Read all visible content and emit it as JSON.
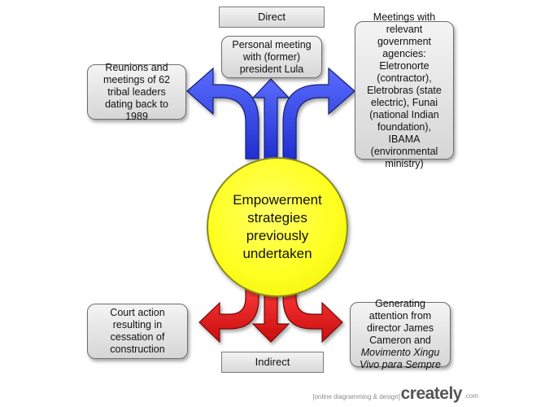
{
  "labels": {
    "direct": "Direct",
    "indirect": "Indirect"
  },
  "center": {
    "text": "Empowerment strategies previously undertaken"
  },
  "nodes": {
    "top_left": "Reunions and meetings of 62 tribal leaders dating back to 1989",
    "top_center": "Personal meeting with (former) president Lula",
    "top_right": "Meetings with relevant government agencies: Eletronorte (contractor), Eletrobras (state electric), Funai (national Indian foundation), IBAMA (environmental ministry)",
    "bottom_left": "Court action resulting in cessation of construction",
    "bottom_right_plain": "Generating attention from director James Cameron and",
    "bottom_right_italic": "Movimento Xingu Vivo para Sempre"
  },
  "footer": {
    "tagline": "[online diagramming & design]",
    "brand": "creately",
    "tld": ".com"
  },
  "colors": {
    "direct_arrows": "#2f3fe0",
    "indirect_arrows": "#e01818",
    "center_fill": "#ffff22"
  }
}
